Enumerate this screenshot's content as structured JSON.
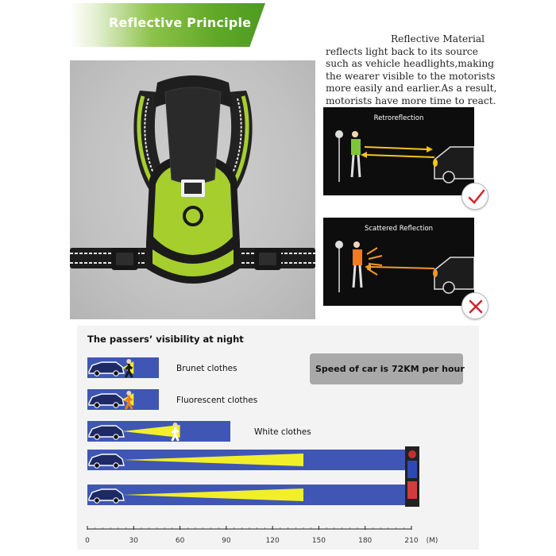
{
  "header": {
    "title": "Reflective Principle"
  },
  "description": {
    "lines": [
      "Reflective Material",
      "reflects light back to its source",
      "such as vehicle headlights,making",
      "the wearer visible to the motorists",
      "more easily and earlier.As a result,",
      "motorists have more time to react."
    ]
  },
  "diagrams": {
    "retro": {
      "title": "Retroreflection",
      "mark": "check-icon",
      "mark_color": "#d4232a"
    },
    "scattered": {
      "title": "Scattered Reflection",
      "mark": "cross-icon",
      "mark_color": "#d4232a"
    }
  },
  "visibility": {
    "title": "The passers’ visibility at night",
    "speed_label": "Speed of car is 72KM per hour",
    "rows": [
      {
        "label": "Brunet clothes",
        "distance_m": 30
      },
      {
        "label": "Fluorescent clothes",
        "distance_m": 30
      },
      {
        "label": "White clothes",
        "distance_m": 60
      },
      {
        "label": "",
        "distance_m": 140
      },
      {
        "label": "",
        "distance_m": 140
      }
    ],
    "axis": {
      "ticks": [
        "0",
        "30",
        "60",
        "90",
        "120",
        "150",
        "180",
        "210"
      ],
      "unit": "(M)"
    }
  },
  "colors": {
    "banner_green": "#5fa828",
    "road_blue": "#3f56b4",
    "beam_yellow": "#f2ef2a",
    "panel_black": "#0d0d0d",
    "harness_green": "#a6cf2e"
  }
}
